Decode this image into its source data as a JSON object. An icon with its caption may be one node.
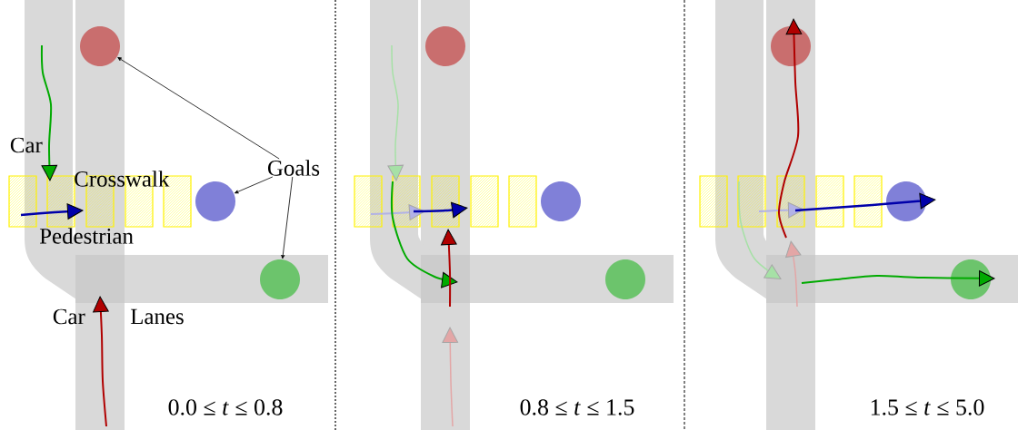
{
  "diagram": {
    "nodes": [
      {
        "text": [
          "Goals"
        ]
      },
      {
        "text": [],
        "shape": "circle"
      },
      {
        "text": [],
        "shape": "circle"
      },
      {
        "text": [],
        "shape": "circle"
      },
      {
        "text": [],
        "shape": "circle"
      },
      {
        "text": [],
        "shape": "circle"
      },
      {
        "text": [],
        "shape": "circle"
      },
      {
        "text": [],
        "shape": "circle"
      },
      {
        "text": [],
        "shape": "circle"
      },
      {
        "text": [],
        "shape": "circle"
      }
    ],
    "edges": [
      {
        "from": 0,
        "to": 1,
        "arrow": "to"
      },
      {
        "from": 0,
        "to": 2,
        "arrow": "to"
      },
      {
        "from": 0,
        "to": 3,
        "arrow": "to"
      }
    ],
    "labels": [
      "Car",
      "Crosswalk",
      "Pedestrian",
      "Car",
      "Lanes",
      "0.0 ≤ *t* ≤ 0.8",
      "0.8 ≤ *t* ≤ 1.5",
      "1.5 ≤ *t* ≤ 5.0"
    ]
  }
}
